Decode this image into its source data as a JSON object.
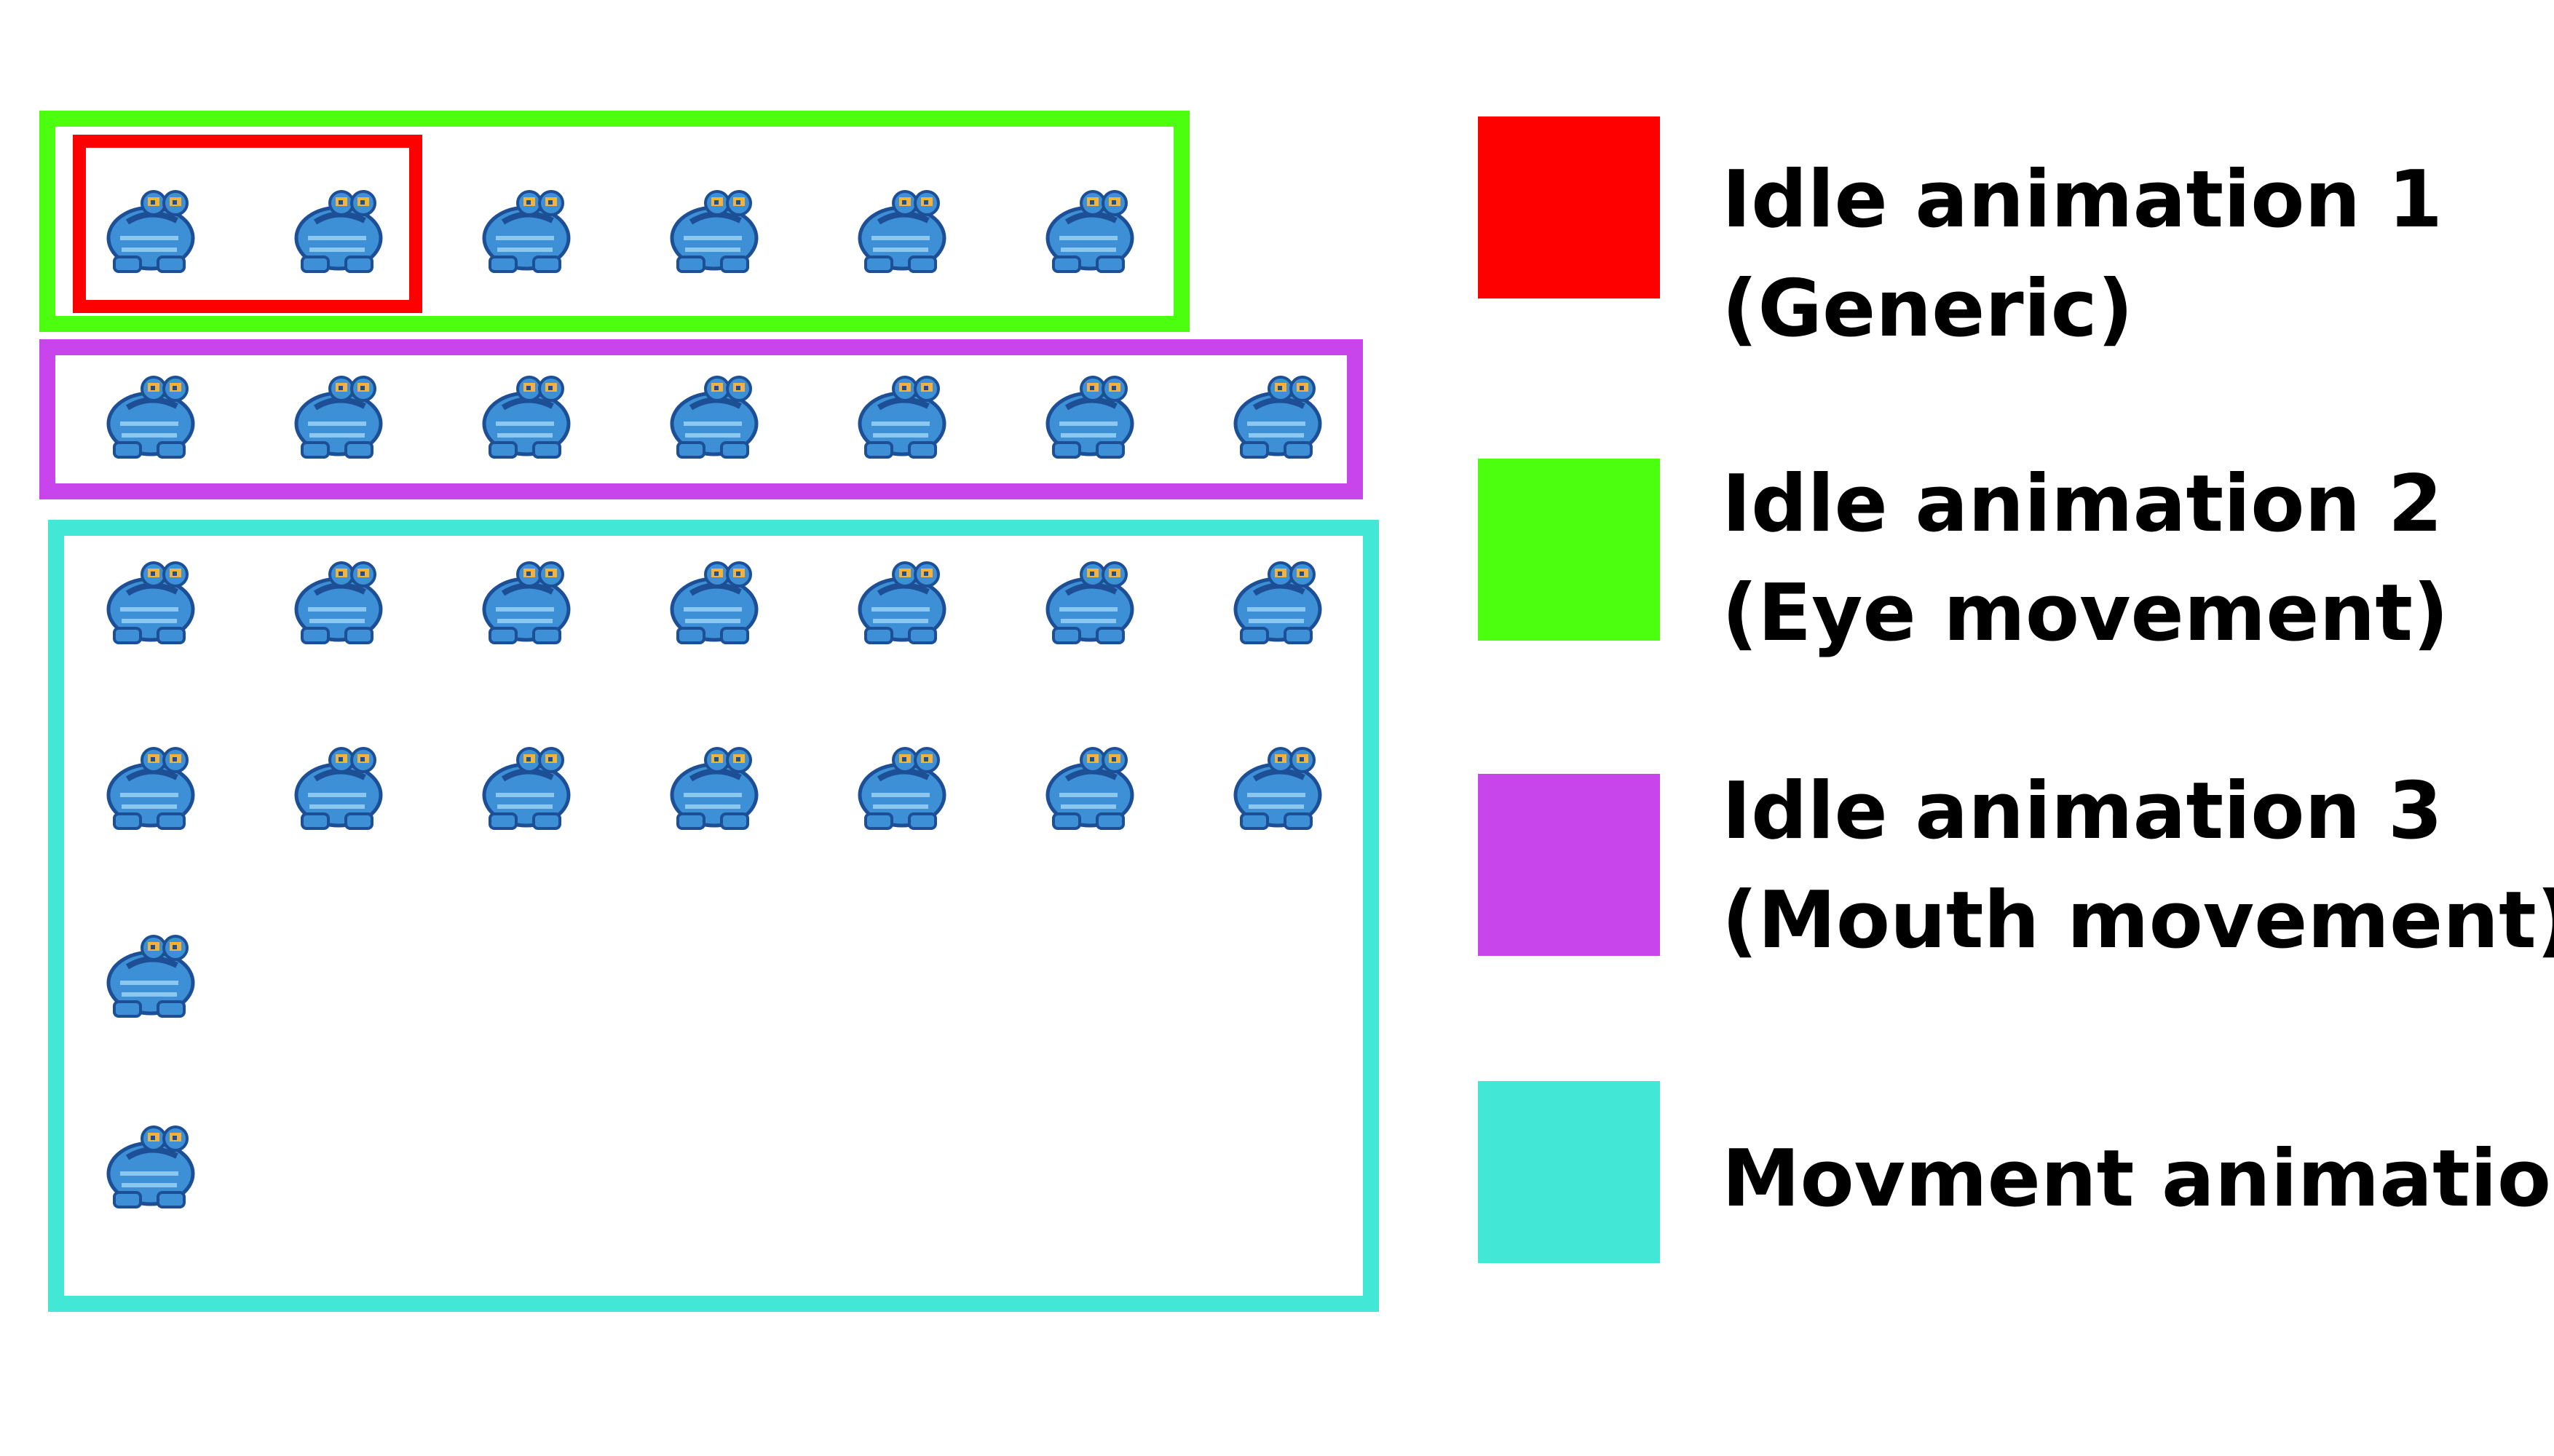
{
  "colors": {
    "idle1": "#ff0000",
    "idle2": "#4cff0f",
    "idle3": "#c845eb",
    "movement": "#42e8d5",
    "frog_body": "#3d8fd6",
    "frog_dark": "#1c4f96",
    "frog_light": "#8cc7f0",
    "frog_eye": "#f4b23a"
  },
  "legend": [
    {
      "key": "idle1",
      "line1": "Idle animation 1",
      "line2": "(Generic)"
    },
    {
      "key": "idle2",
      "line1": "Idle animation 2",
      "line2": "(Eye movement)"
    },
    {
      "key": "idle3",
      "line1": "Idle animation 3",
      "line2": "(Mouth movement)"
    },
    {
      "key": "movement",
      "line1": "Movment animation",
      "line2": ""
    }
  ],
  "sprite_icon": "frog-sprite-icon",
  "sprite_counts": {
    "row_eye": 6,
    "row_mouth": 7,
    "row_move_1": 7,
    "row_move_2": 7,
    "row_move_3": 1,
    "row_move_4": 1
  }
}
